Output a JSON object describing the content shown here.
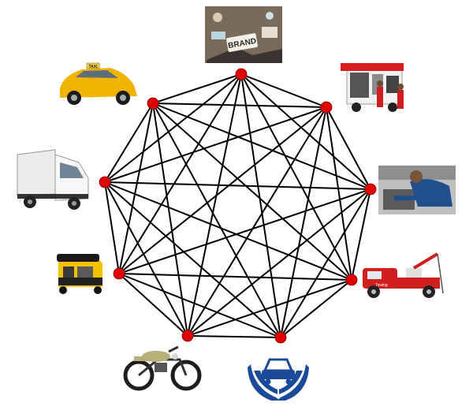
{
  "diagram": {
    "node_color": "#e00000",
    "edge_color": "#000000",
    "nodes": [
      {
        "name": "brand-node",
        "icon": "brand-photo-icon",
        "brand_text": "BRAND"
      },
      {
        "name": "service-van-node",
        "icon": "service-van-icon"
      },
      {
        "name": "mechanic-node",
        "icon": "mechanic-icon"
      },
      {
        "name": "tow-truck-node",
        "icon": "tow-truck-icon",
        "truck_text": "Towing"
      },
      {
        "name": "car-insurance-node",
        "icon": "car-in-hands-icon"
      },
      {
        "name": "motorcycle-node",
        "icon": "motorcycle-icon"
      },
      {
        "name": "auto-rickshaw-node",
        "icon": "auto-rickshaw-icon"
      },
      {
        "name": "mini-truck-node",
        "icon": "mini-truck-icon"
      },
      {
        "name": "taxi-node",
        "icon": "taxi-icon",
        "taxi_text": "TAXI"
      }
    ]
  }
}
